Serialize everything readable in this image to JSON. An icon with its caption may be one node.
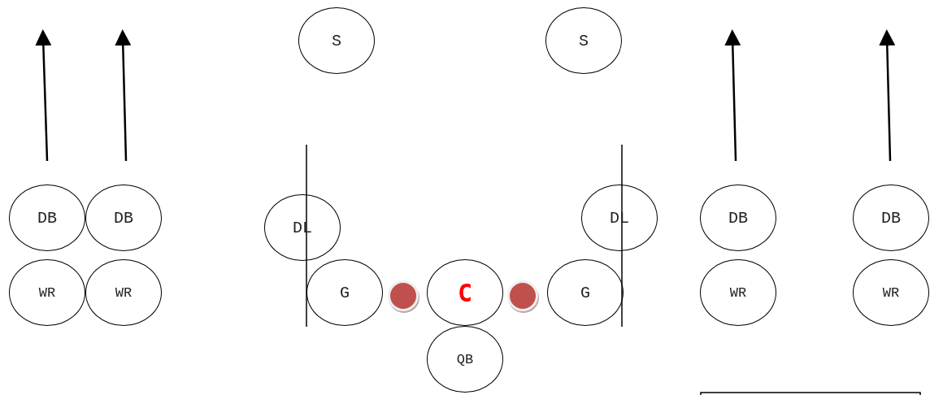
{
  "diagram": {
    "nodes": [
      {
        "text": [
          "S"
        ]
      },
      {
        "text": [
          "S"
        ]
      },
      {
        "text": [
          "DB"
        ]
      },
      {
        "text": [
          "DB"
        ]
      },
      {
        "text": [
          "DL"
        ]
      },
      {
        "text": [
          "DL"
        ]
      },
      {
        "text": [
          "DB"
        ]
      },
      {
        "text": [
          "DB"
        ]
      },
      {
        "text": [
          "WR"
        ]
      },
      {
        "text": [
          "WR"
        ]
      },
      {
        "text": [
          "G"
        ]
      },
      {
        "text": [],
        "shape": "circle"
      },
      {
        "text": [
          "C"
        ]
      },
      {
        "text": [],
        "shape": "circle"
      },
      {
        "text": [
          "G"
        ]
      },
      {
        "text": [
          "WR"
        ]
      },
      {
        "text": [
          "WR"
        ]
      },
      {
        "text": [
          "QB"
        ]
      }
    ]
  }
}
